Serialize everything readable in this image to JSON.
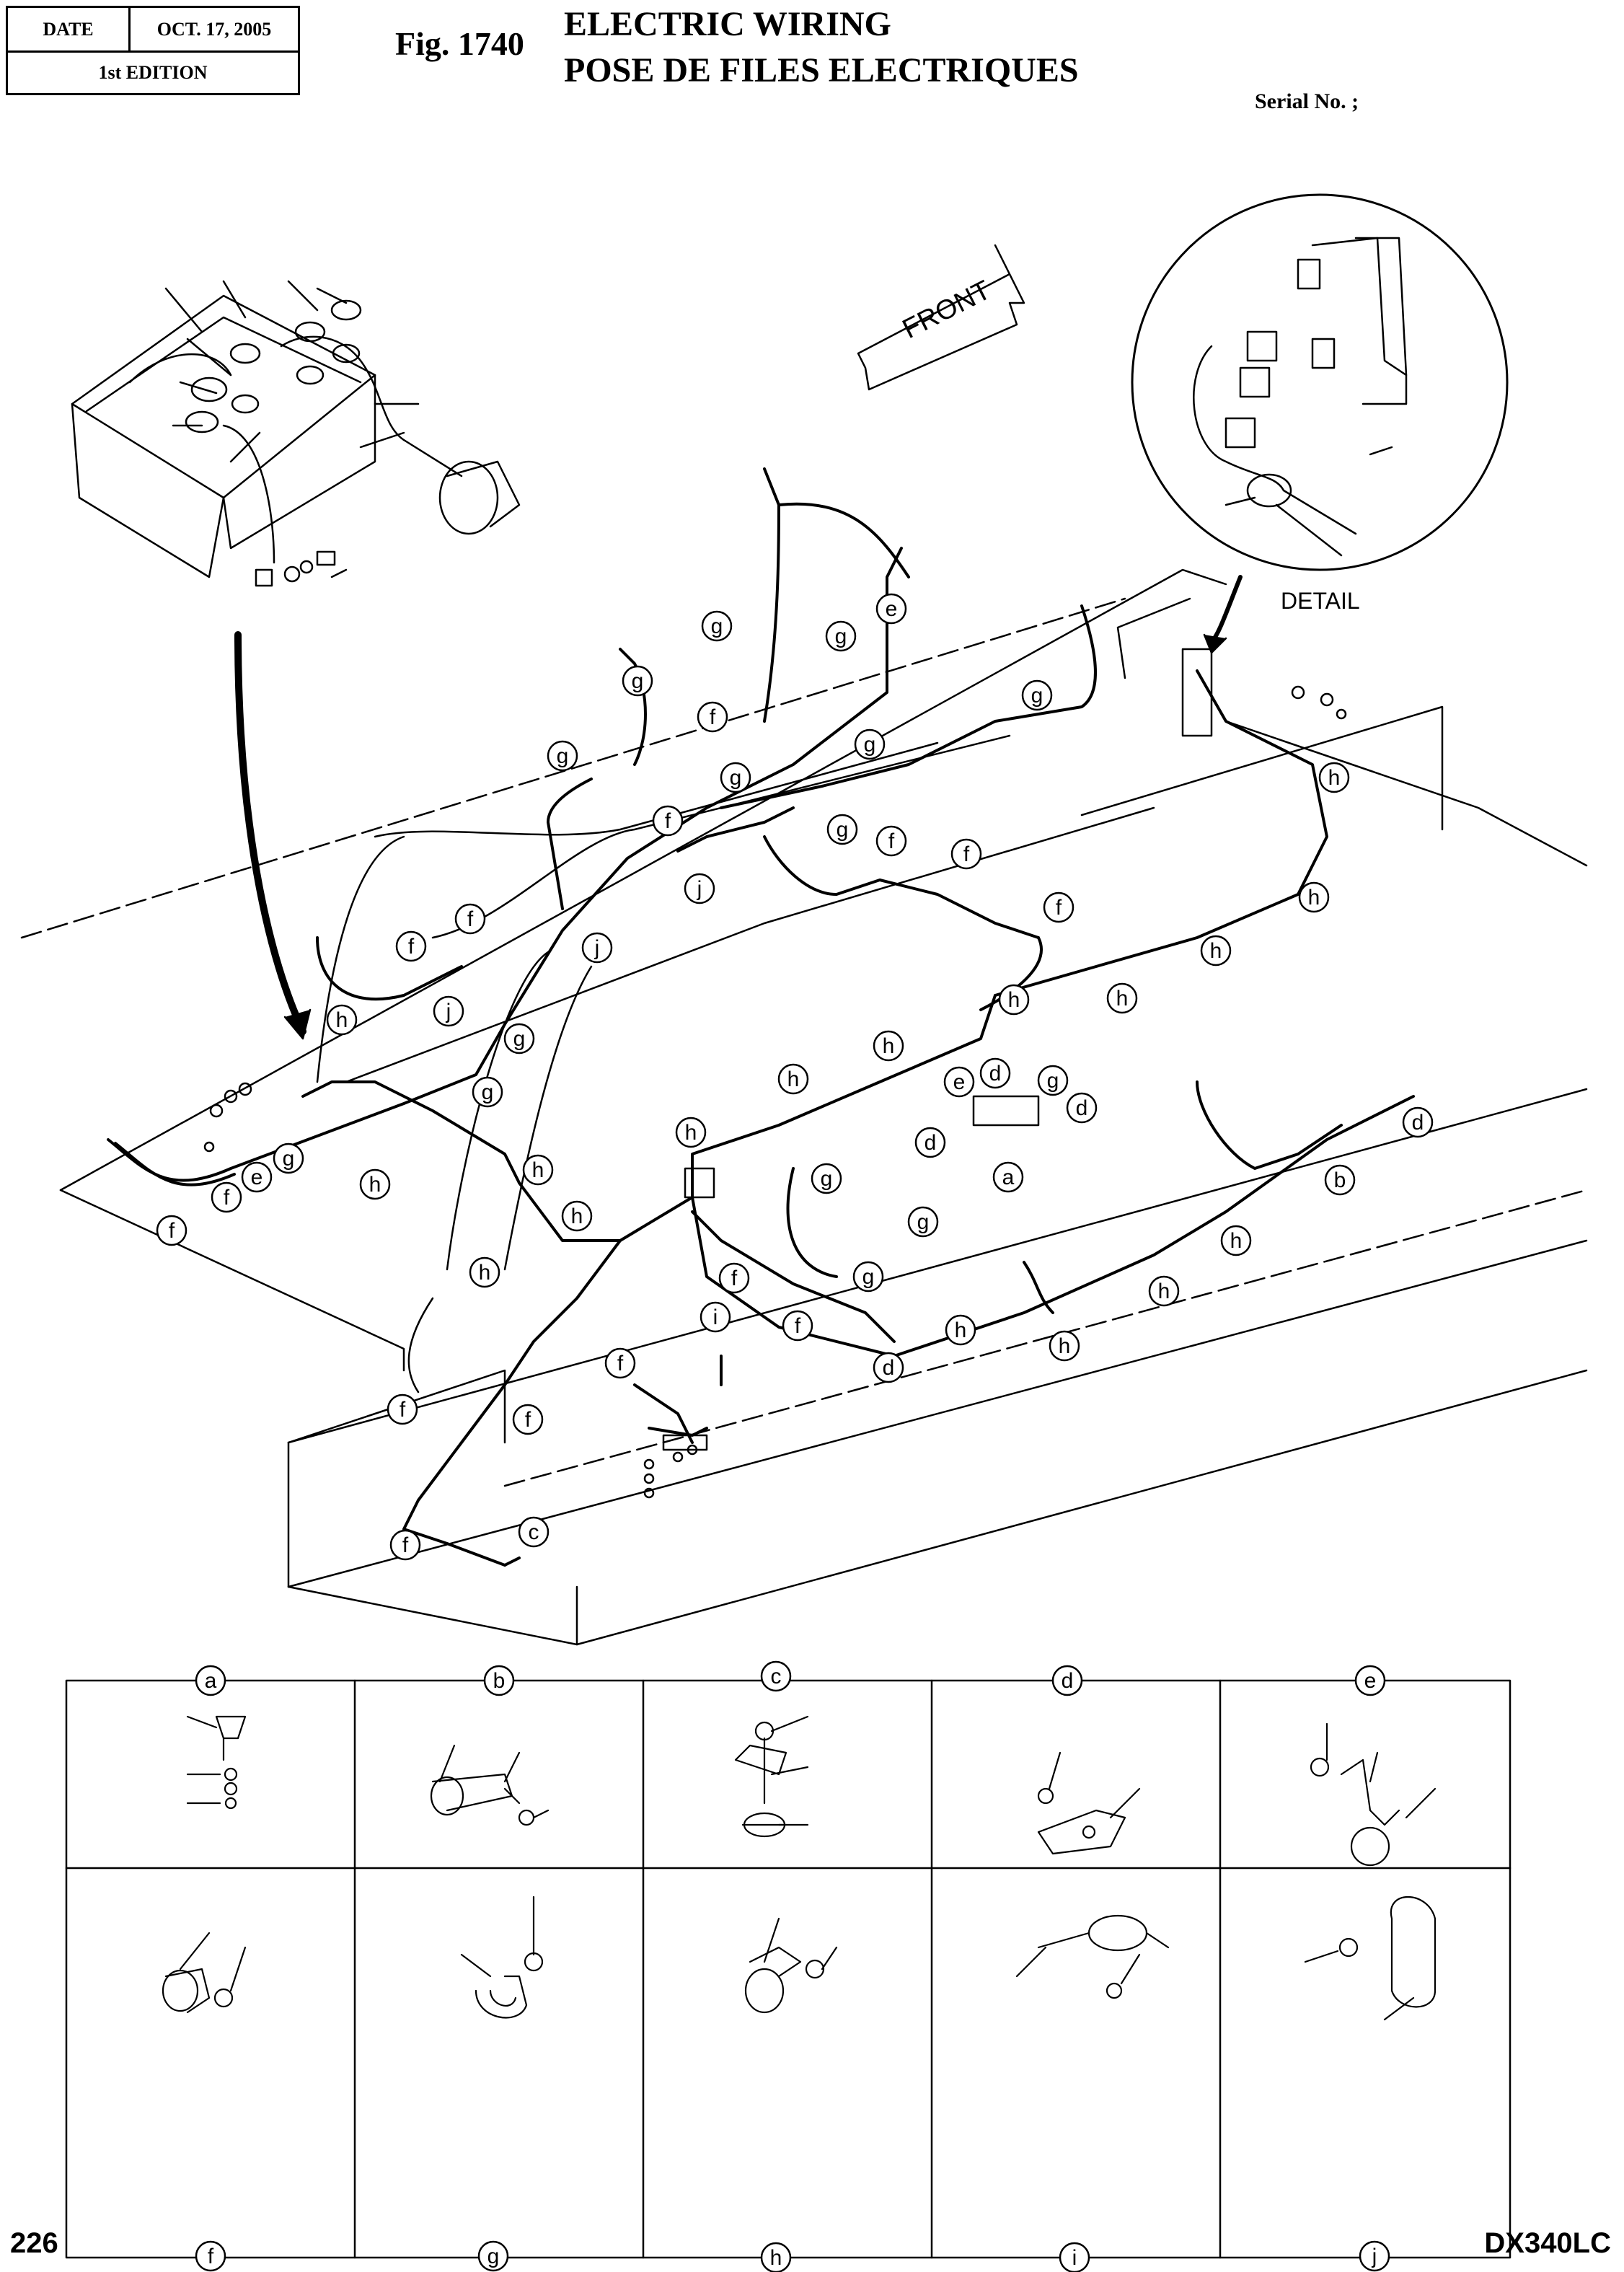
{
  "header": {
    "date_label": "DATE",
    "date_value": "OCT. 17, 2005",
    "edition": "1st EDITION",
    "fig_number": "Fig. 1740",
    "title_en": "ELECTRIC WIRING",
    "title_fr": "POSE DE FILES ELECTRIQUES",
    "serial": "Serial No. ;"
  },
  "labels": {
    "front": "FRONT",
    "detail": "DETAIL"
  },
  "callouts": {
    "g1": "g",
    "g2": "g",
    "g3": "g",
    "g4": "g",
    "g5": "g",
    "g6": "g",
    "g7": "g",
    "g8": "g",
    "g9": "g",
    "g10": "g",
    "g11": "g",
    "g12": "g",
    "g13": "g",
    "g14": "g",
    "g15": "g",
    "f1": "f",
    "f2": "f",
    "f3": "f",
    "f4": "f",
    "f5": "f",
    "f6": "f",
    "f7": "f",
    "f8": "f",
    "f9": "f",
    "f10": "f",
    "f11": "f",
    "f12": "f",
    "f13": "f",
    "f14": "f",
    "f15": "f",
    "f16": "f",
    "h1": "h",
    "h2": "h",
    "h3": "h",
    "h4": "h",
    "h5": "h",
    "h6": "h",
    "h7": "h",
    "h8": "h",
    "h9": "h",
    "h10": "h",
    "h11": "h",
    "h12": "h",
    "h13": "h",
    "h14": "h",
    "h15": "h",
    "j1": "j",
    "j2": "j",
    "j3": "j",
    "e1": "e",
    "e2": "e",
    "e3": "e",
    "d1": "d",
    "d2": "d",
    "d3": "d",
    "d4": "d",
    "a1": "a",
    "b1": "b",
    "c1": "c",
    "i1": "i"
  },
  "parts_table": {
    "top_row": [
      "a",
      "b",
      "c",
      "d",
      "e"
    ],
    "bottom_row": [
      "f",
      "g",
      "h",
      "i",
      "j"
    ]
  },
  "footer": {
    "page": "226",
    "model": "DX340LC"
  }
}
